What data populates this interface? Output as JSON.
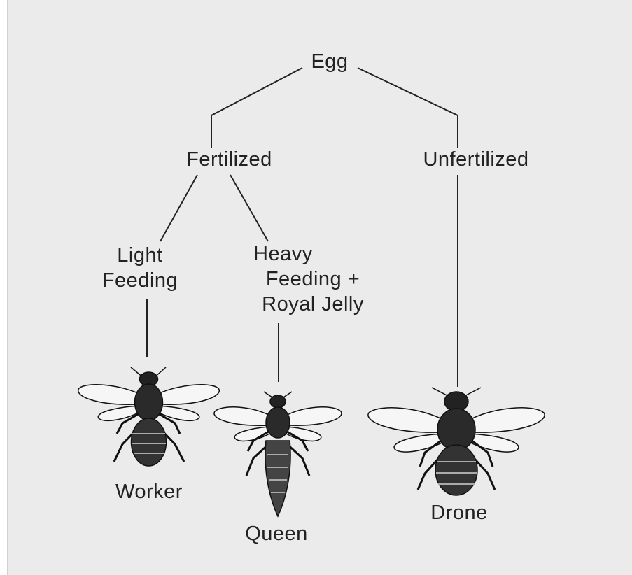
{
  "diagram": {
    "root": "Egg",
    "branches": {
      "fertilized": "Fertilized",
      "unfertilized": "Unfertilized"
    },
    "feeding": {
      "light": [
        "Light",
        "Feeding"
      ],
      "heavy": [
        "Heavy",
        "Feeding +",
        "Royal Jelly"
      ]
    },
    "castes": {
      "worker": "Worker",
      "queen": "Queen",
      "drone": "Drone"
    }
  },
  "colors": {
    "background": "#ebebeb",
    "ink": "#222222"
  },
  "icons": [
    "worker-bee-icon",
    "queen-bee-icon",
    "drone-bee-icon"
  ]
}
